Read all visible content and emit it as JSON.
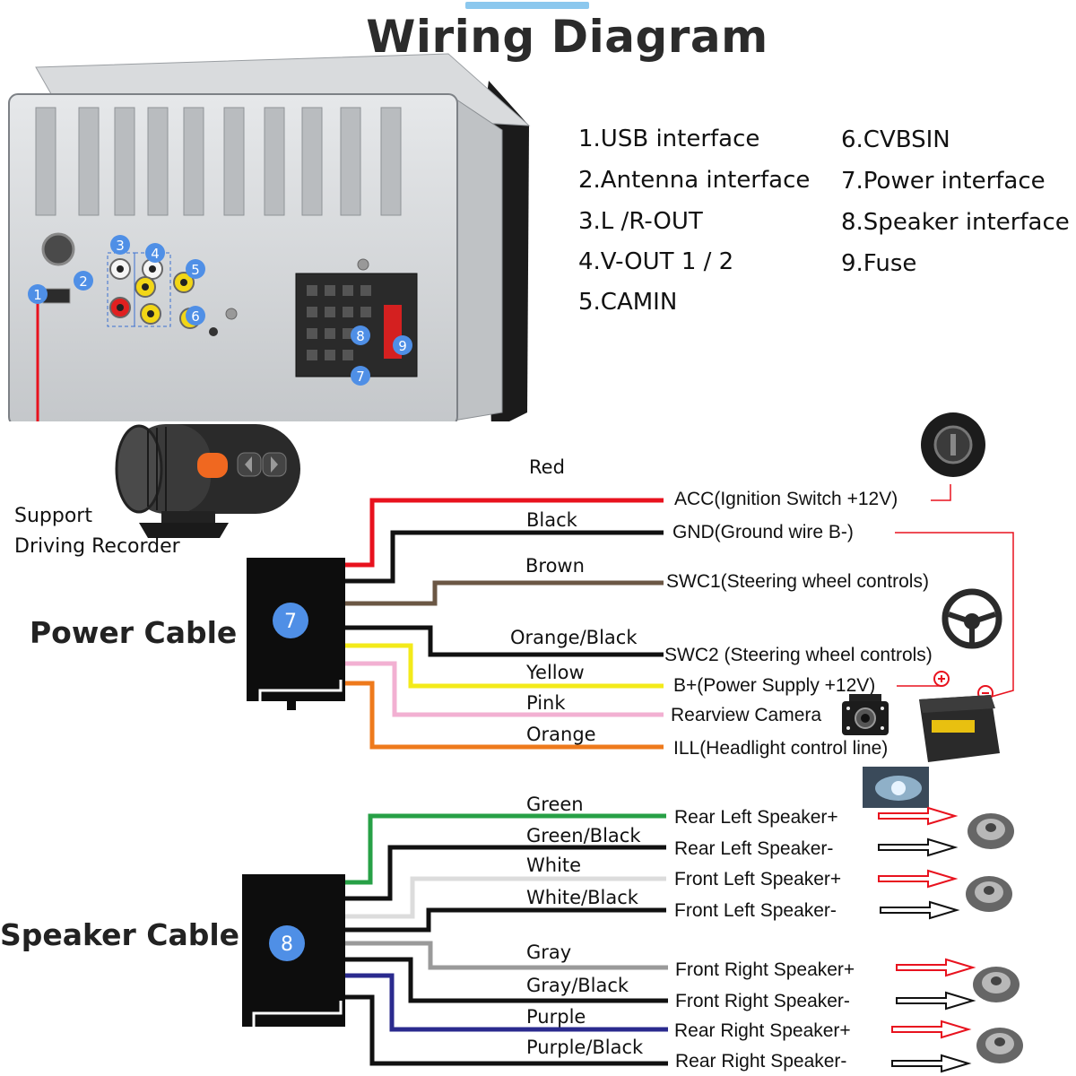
{
  "title": "Wiring Diagram",
  "legend": {
    "col1": [
      "1.USB interface",
      "2.Antenna interface",
      "3.L /R-OUT",
      "4.V-OUT 1 / 2",
      "5.CAMIN"
    ],
    "col2": [
      "6.CVBSIN",
      "7.Power interface",
      "8.Speaker interface",
      "9.Fuse"
    ]
  },
  "ports": [
    "1",
    "2",
    "3",
    "4",
    "5",
    "6",
    "7",
    "8",
    "9"
  ],
  "support": {
    "line1": "Support",
    "line2": "Driving Recorder"
  },
  "power": {
    "label": "Power Cable",
    "connector": "7",
    "wires": [
      {
        "name": "Red",
        "func": "ACC(Ignition Switch +12V)",
        "color": "#e8121e"
      },
      {
        "name": "Black",
        "func": "GND(Ground wire B-)",
        "color": "#111111"
      },
      {
        "name": "Brown",
        "func": "SWC1(Steering wheel controls)",
        "color": "#6b5744"
      },
      {
        "name": "Orange/Black",
        "func": "SWC2 (Steering wheel controls)",
        "color": "#111111"
      },
      {
        "name": "Yellow",
        "func": "B+(Power Supply +12V)",
        "color": "#f3ea1a"
      },
      {
        "name": "Pink",
        "func": "Rearview Camera",
        "color": "#f2b0d2"
      },
      {
        "name": "Orange",
        "func": "ILL(Headlight control line)",
        "color": "#ee7a1c"
      }
    ]
  },
  "speaker": {
    "label": "Speaker Cable",
    "connector": "8",
    "wires": [
      {
        "name": "Green",
        "func": "Rear Left Speaker+",
        "color": "#27a046"
      },
      {
        "name": "Green/Black",
        "func": "Rear Left Speaker-",
        "color": "#111111"
      },
      {
        "name": "White",
        "func": "Front Left Speaker+",
        "color": "#dcdcdc"
      },
      {
        "name": "White/Black",
        "func": "Front Left Speaker-",
        "color": "#111111"
      },
      {
        "name": "Gray",
        "func": "Front Right Speaker+",
        "color": "#9a9a9a"
      },
      {
        "name": "Gray/Black",
        "func": "Front Right Speaker-",
        "color": "#111111"
      },
      {
        "name": "Purple",
        "func": "Rear Right Speaker+",
        "color": "#2a2a8e"
      },
      {
        "name": "Purple/Black",
        "func": "Rear Right Speaker-",
        "color": "#111111"
      }
    ]
  },
  "colors": {
    "badge": "#4f8fe6",
    "red_line": "#e8121e",
    "arrow_red": "#e8121e"
  }
}
